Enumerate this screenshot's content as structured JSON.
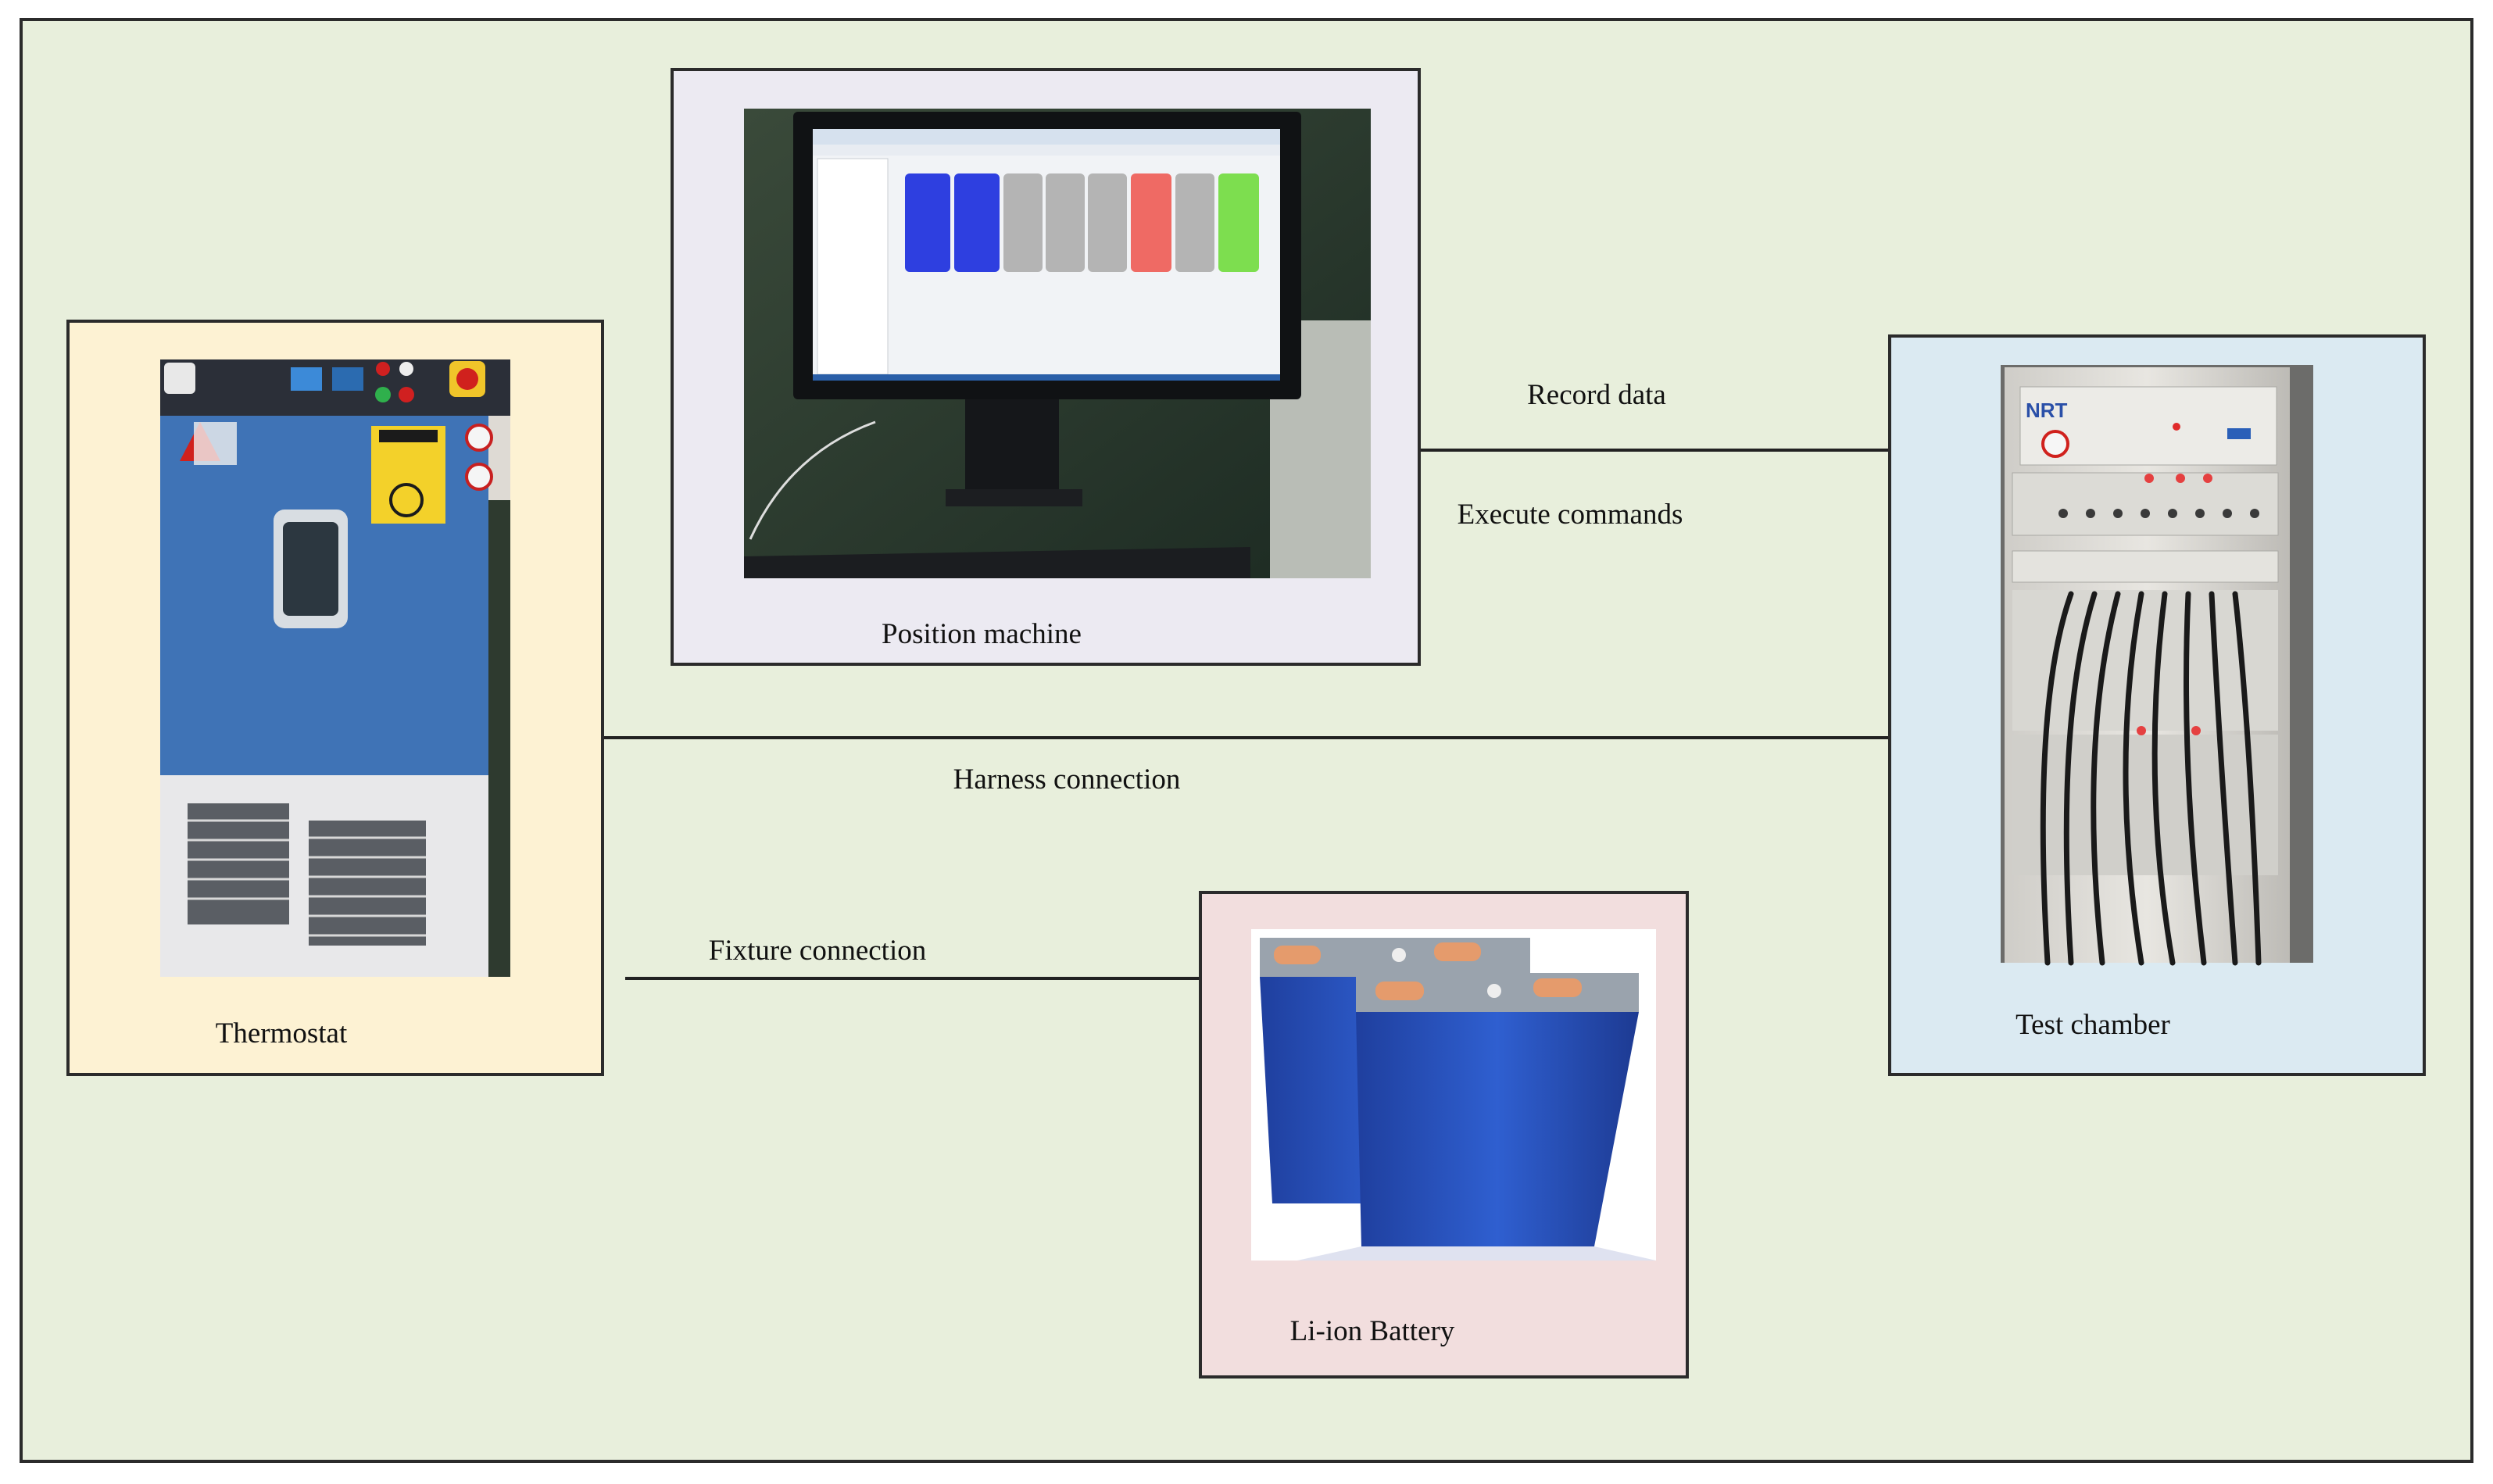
{
  "colors": {
    "outer_background": "#e8efdc",
    "thermostat_box": "#fdf2d3",
    "position_machine_box": "#eceaf2",
    "test_chamber_box": "#dbeaf2",
    "battery_box": "#f2dede",
    "chamber_body_blue": "#3f73b6",
    "battery_cell_blue": "#2a4fb8",
    "copper_terminal": "#e59b6c"
  },
  "nodes": {
    "thermostat": {
      "label": "Thermostat",
      "icon": "climate-chamber-photo"
    },
    "position_machine": {
      "label": "Position machine",
      "icon": "computer-monitor-photo"
    },
    "test_chamber": {
      "label": "Test chamber",
      "icon": "test-rack-photo",
      "brand": "NRT"
    },
    "battery": {
      "label": "Li-ion Battery",
      "icon": "battery-cells-photo"
    }
  },
  "edges": {
    "record_data": "Record data",
    "execute_commands": "Execute commands",
    "harness_connection": "Harness connection",
    "fixture_connection": "Fixture connection"
  }
}
